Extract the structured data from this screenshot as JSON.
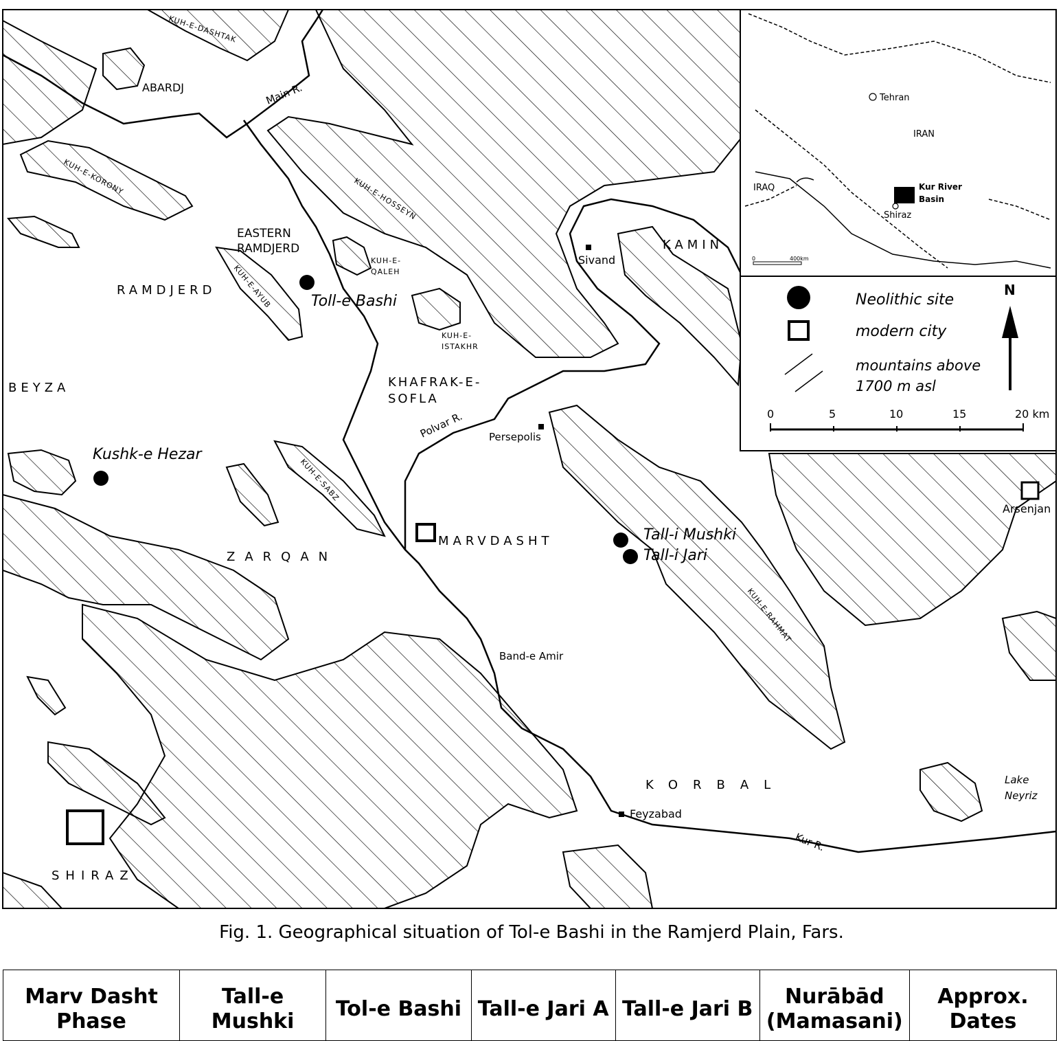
{
  "map": {
    "regions": {
      "abardj": "ABARDJ",
      "eastern_ramdjerd_1": "EASTERN",
      "eastern_ramdjerd_2": "RAMDJERD",
      "ramdjerd": "RAMDJERD",
      "beyza": "BEYZA",
      "zarqan": "ZARQAN",
      "marvdasht": "MARVDASHT",
      "korbal": "KORBAL",
      "kamin": "KAMIN",
      "shiraz": "SHIRAZ",
      "khafrak_1": "KHAFRAK-E-",
      "khafrak_2": "SOFLA"
    },
    "mountains": {
      "dashtak": "KUH-E-DASHTAK",
      "korony": "KUH-E-KORONY",
      "hosseyn": "KUH-E-HOSSEYN",
      "ayub": "KUH-E-AYUB",
      "qaleh_1": "KUH-E-",
      "qaleh_2": "QALEH",
      "istakhr_1": "KUH-E-",
      "istakhr_2": "ISTAKHR",
      "sabz": "KUH-E-SABZ",
      "rahmat": "KUH-E-RAHMAT"
    },
    "rivers": {
      "main": "Main R.",
      "polvar": "Polvar R.",
      "kur": "Kur R."
    },
    "towns": {
      "sivand": "Sivand",
      "persepolis": "Persepolis",
      "band_e_amir": "Band-e Amir",
      "feyzabad": "Feyzabad",
      "arsenjan": "Arsenjan",
      "lake_1": "Lake",
      "lake_2": "Neyriz"
    },
    "sites": {
      "toll_e_bashi": "Toll-e Bashi",
      "kushk_e_hezar": "Kushk-e Hezar",
      "tall_i_mushki": "Tall-i Mushki",
      "tall_i_jari": "Tall-i Jari"
    },
    "inset": {
      "tehran": "Tehran",
      "iran": "IRAN",
      "iraq": "IRAQ",
      "kur_1": "Kur River",
      "kur_2": "Basin",
      "shiraz": "Shiraz",
      "scale_0": "0",
      "scale_400": "400km"
    },
    "legend": {
      "neolithic": "Neolithic site",
      "city": "modern city",
      "mountains_1": "mountains above",
      "mountains_2": "1700 m asl",
      "north": "N",
      "scale_ticks": [
        "0",
        "5",
        "10",
        "15",
        "20 km"
      ]
    }
  },
  "caption": "Fig. 1. Geographical situation of Tol-e Bashi in the Ramjerd Plain, Fars.",
  "table": {
    "headers": [
      "Marv Dasht Phase",
      "Tall-e Mushki",
      "Tol-e Bashi",
      "Tall-e Jari A",
      "Tall-e Jari B",
      "Nurābād (Mamasani)",
      "Approx. Dates"
    ]
  }
}
